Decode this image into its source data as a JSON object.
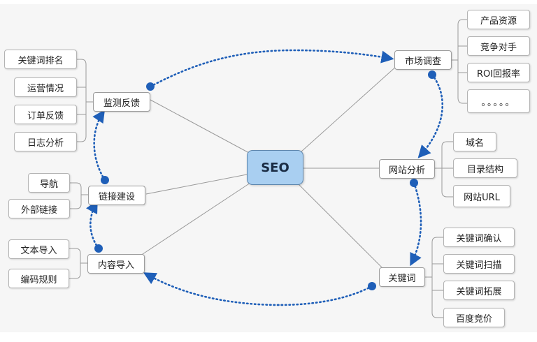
{
  "center": "SEO",
  "branches": {
    "market_research": {
      "label": "市场调查",
      "children": [
        "产品资源",
        "竞争对手",
        "ROI回报率",
        "。。。。。"
      ]
    },
    "site_analysis": {
      "label": "网站分析",
      "children": [
        "域名",
        "目录结构",
        "网站URL"
      ]
    },
    "keywords": {
      "label": "关键词",
      "children": [
        "关键词确认",
        "关键词扫描",
        "关键词拓展",
        "百度竞价"
      ]
    },
    "content_import": {
      "label": "内容导入",
      "children": [
        "文本导入",
        "编码规则"
      ]
    },
    "link_building": {
      "label": "链接建设",
      "children": [
        "导航",
        "外部链接"
      ]
    },
    "monitoring": {
      "label": "监测反馈",
      "children": [
        "关键词排名",
        "运营情况",
        "订单反馈",
        "日志分析"
      ]
    }
  },
  "colors": {
    "center_fill": "#a9cff1",
    "cycle_arrow": "#1f5fb8",
    "connector": "#9a9a9a"
  }
}
